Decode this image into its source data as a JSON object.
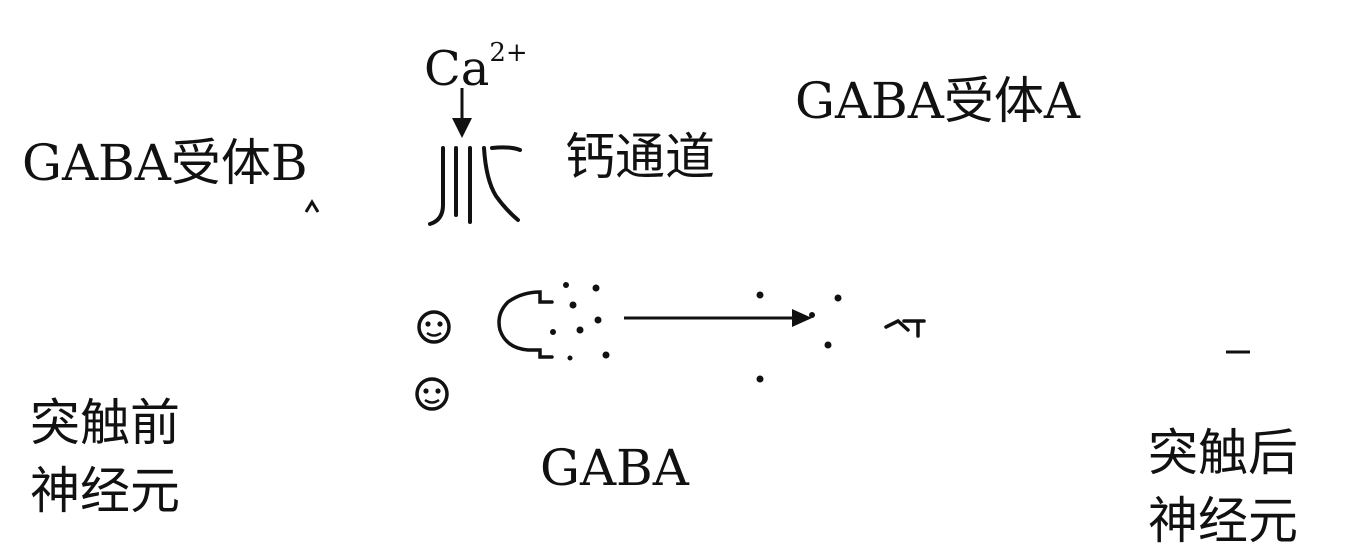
{
  "labels": {
    "calcium_ion_base": "Ca",
    "calcium_ion_charge": "2+",
    "receptor_a": "GABA受体A",
    "receptor_b": "GABA受体B",
    "calcium_channel": "钙通道",
    "gaba": "GABA",
    "presynaptic_line1": "突触前",
    "presynaptic_line2": "神经元",
    "postsynaptic_line1": "突触后",
    "postsynaptic_line2": "神经元"
  },
  "colors": {
    "ink": "#111111",
    "background": "#ffffff"
  }
}
